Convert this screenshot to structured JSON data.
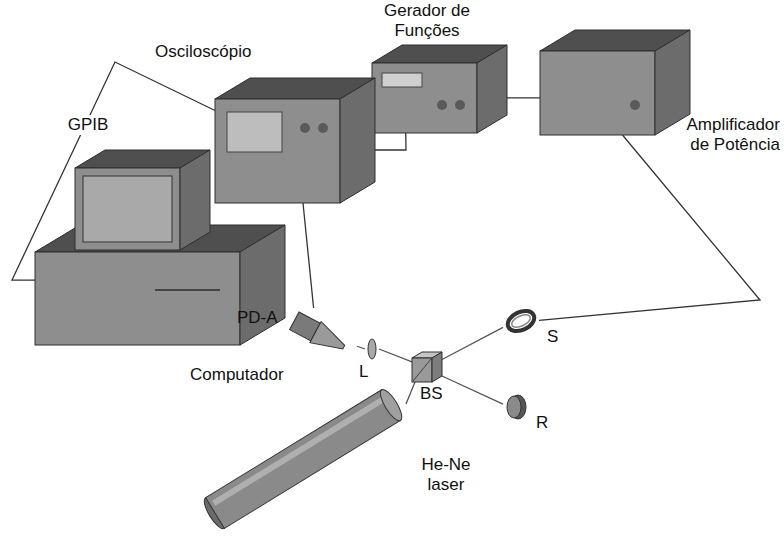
{
  "diagram": {
    "nodes": [
      {
        "text": [
          "Gerador de Funções"
        ]
      },
      {
        "text": [
          "Osciloscópio"
        ]
      },
      {
        "text": [
          "Amplificador de Potência"
        ]
      },
      {
        "text": [
          "Computador"
        ]
      },
      {
        "text": [
          "He-Ne laser"
        ]
      },
      {
        "text": [
          "PD-A"
        ]
      },
      {
        "text": [
          "L"
        ]
      },
      {
        "text": [
          "BS"
        ]
      },
      {
        "text": [
          "S"
        ]
      },
      {
        "text": [
          "R"
        ]
      }
    ],
    "edges": [
      {
        "from": 3,
        "to": 1,
        "label": "GPIB",
        "arrow": "none"
      },
      {
        "from": 0,
        "to": 1,
        "arrow": "none"
      },
      {
        "from": 0,
        "to": 2,
        "arrow": "none"
      },
      {
        "from": 2,
        "to": 8,
        "arrow": "none"
      },
      {
        "from": 1,
        "to": 5,
        "arrow": "none"
      },
      {
        "from": 4,
        "to": 7,
        "arrow": "none"
      },
      {
        "from": 7,
        "to": 8,
        "arrow": "none"
      },
      {
        "from": 7,
        "to": 9,
        "arrow": "none"
      },
      {
        "from": 7,
        "to": 6,
        "arrow": "none"
      },
      {
        "from": 6,
        "to": 5,
        "arrow": "none"
      }
    ]
  }
}
